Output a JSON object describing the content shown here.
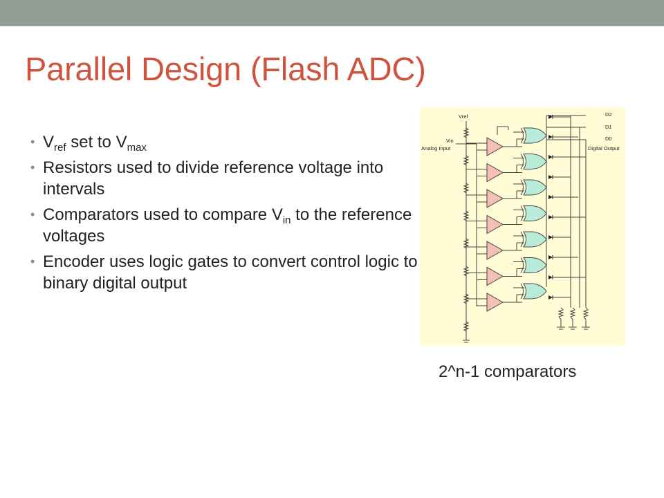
{
  "slide": {
    "title": "Parallel Design (Flash ADC)",
    "bullets": [
      {
        "parts": [
          "V",
          "ref",
          " set to V",
          "max"
        ]
      },
      {
        "text": "Resistors used to divide reference voltage into intervals"
      },
      {
        "parts": [
          "Comparators used to compare V",
          "in",
          " to the reference voltages"
        ]
      },
      {
        "text": "Encoder uses logic gates to convert control logic to binary digital output"
      }
    ],
    "figure": {
      "labels": {
        "vref": "Vref",
        "vin": "Vin",
        "analog_input": "Analog Input",
        "d2": "D2",
        "d1": "D1",
        "d0": "D0",
        "digital_output": "Digital Output"
      },
      "caption": "2^n-1 comparators"
    },
    "colors": {
      "top_bar": "#939e94",
      "title": "#cf543f",
      "circuit_bg": "#fffcd6",
      "comparator_fill": "#f4c0b6",
      "gate_fill": "#b8ecd8"
    }
  }
}
